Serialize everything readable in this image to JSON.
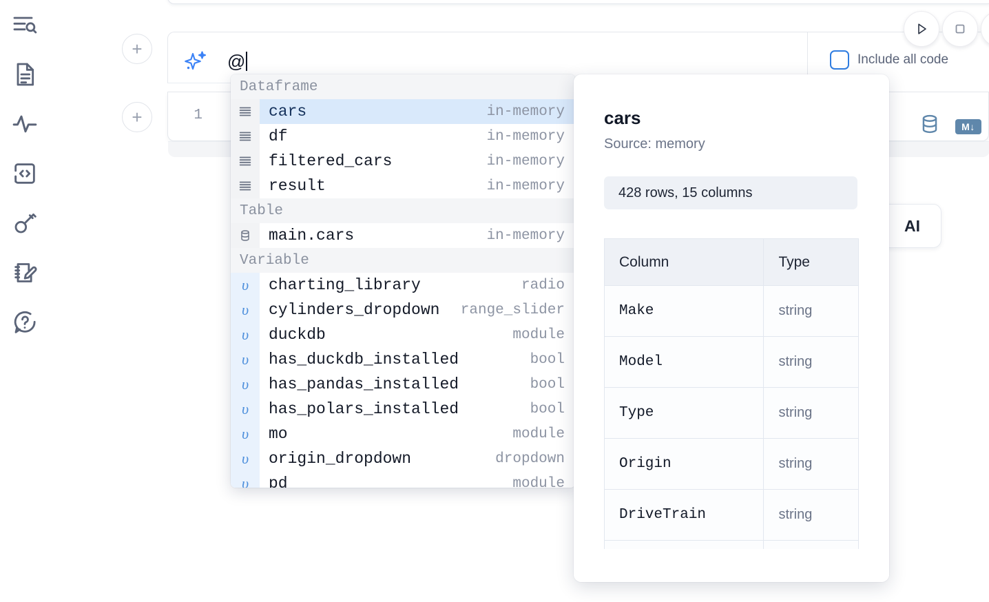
{
  "sidebar": {
    "items": [
      {
        "name": "explore-outline-icon",
        "label": "Outline"
      },
      {
        "name": "file-document-icon",
        "label": "Files"
      },
      {
        "name": "activity-pulse-icon",
        "label": "Variables"
      },
      {
        "name": "code-brackets-icon",
        "label": "Snippets"
      },
      {
        "name": "key-icon",
        "label": "Secrets"
      },
      {
        "name": "notebook-pencil-icon",
        "label": "Scratchpad"
      },
      {
        "name": "help-question-icon",
        "label": "Help"
      }
    ]
  },
  "ai_prompt": {
    "icon": "sparkle-icon",
    "value": "@",
    "include_all_code_label": "Include all code",
    "include_all_code_checked": false,
    "add_cell_label": "+"
  },
  "toolbar": {
    "run_icon": "play-triangle-icon",
    "stop_icon": "stop-square-icon",
    "extra_icon": "circle-button-icon"
  },
  "code_cell": {
    "line_number": "1",
    "database_icon": "database-icon",
    "markdown_icon": "markdown-down-icon",
    "markdown_label": "M↓"
  },
  "ai_chip": {
    "label": "AI"
  },
  "autocomplete": {
    "groups": [
      {
        "label": "Dataframe",
        "gutter_icon": "dataframe-rows-icon",
        "gutter_style": "neutral",
        "items": [
          {
            "name": "cars",
            "kind": "in-memory",
            "selected": true
          },
          {
            "name": "df",
            "kind": "in-memory",
            "selected": false
          },
          {
            "name": "filtered_cars",
            "kind": "in-memory",
            "selected": false
          },
          {
            "name": "result",
            "kind": "in-memory",
            "selected": false
          }
        ]
      },
      {
        "label": "Table",
        "gutter_icon": "database-table-icon",
        "gutter_style": "neutral",
        "items": [
          {
            "name": "main.cars",
            "kind": "in-memory",
            "selected": false
          }
        ]
      },
      {
        "label": "Variable",
        "gutter_icon": "variable-upsilon-icon",
        "gutter_glyph": "υ",
        "gutter_style": "variable",
        "items": [
          {
            "name": "charting_library",
            "kind": "radio",
            "selected": false
          },
          {
            "name": "cylinders_dropdown",
            "kind": "range_slider",
            "selected": false
          },
          {
            "name": "duckdb",
            "kind": "module",
            "selected": false
          },
          {
            "name": "has_duckdb_installed",
            "kind": "bool",
            "selected": false
          },
          {
            "name": "has_pandas_installed",
            "kind": "bool",
            "selected": false
          },
          {
            "name": "has_polars_installed",
            "kind": "bool",
            "selected": false
          },
          {
            "name": "mo",
            "kind": "module",
            "selected": false
          },
          {
            "name": "origin_dropdown",
            "kind": "dropdown",
            "selected": false
          },
          {
            "name": "pd",
            "kind": "module",
            "selected": false
          }
        ]
      }
    ]
  },
  "detail_panel": {
    "title": "cars",
    "source": "Source: memory",
    "shape": "428 rows, 15 columns",
    "table": {
      "headers": [
        "Column",
        "Type"
      ],
      "rows": [
        [
          "Make",
          "string"
        ],
        [
          "Model",
          "string"
        ],
        [
          "Type",
          "string"
        ],
        [
          "Origin",
          "string"
        ],
        [
          "DriveTrain",
          "string"
        ],
        [
          "",
          ""
        ]
      ]
    }
  },
  "colors": {
    "accent_blue": "#2f7de1",
    "sparkle_blue": "#3b82f6",
    "selection_blue": "#d9e9fb",
    "group_header_bg": "#f4f5f7",
    "icon_gray": "#5b6478",
    "db_icon": "#5f87ab"
  }
}
